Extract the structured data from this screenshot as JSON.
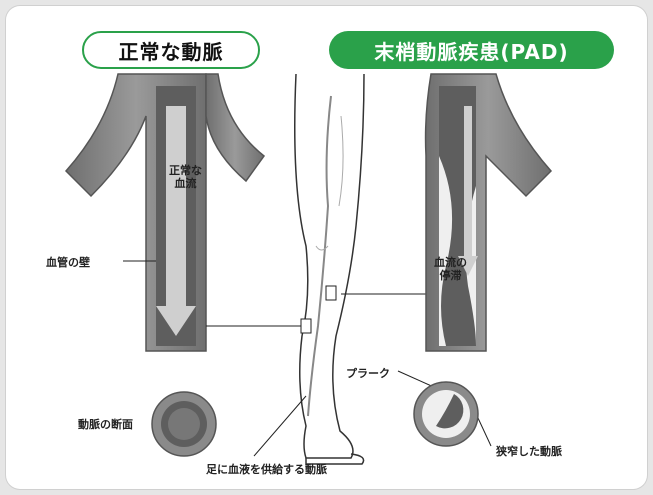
{
  "titles": {
    "normal": "正常な動脈",
    "pad": "末梢動脈疾患(PAD)"
  },
  "labels": {
    "normal_flow_line1": "正常な",
    "normal_flow_line2": "血流",
    "vessel_wall": "血管の壁",
    "cross_section": "動脈の断面",
    "stagnation_line1": "血流の",
    "stagnation_line2": "停滞",
    "plaque": "プラーク",
    "narrowed_artery": "狭窄した動脈",
    "leg_artery": "足に血液を供給する動脈"
  },
  "colors": {
    "accent_green": "#2aa14a",
    "vessel_gray": "#8a8a8a",
    "lumen_gray": "#5e5e5e",
    "flow_light": "#cfcfcf",
    "plaque_light": "#efefef"
  }
}
